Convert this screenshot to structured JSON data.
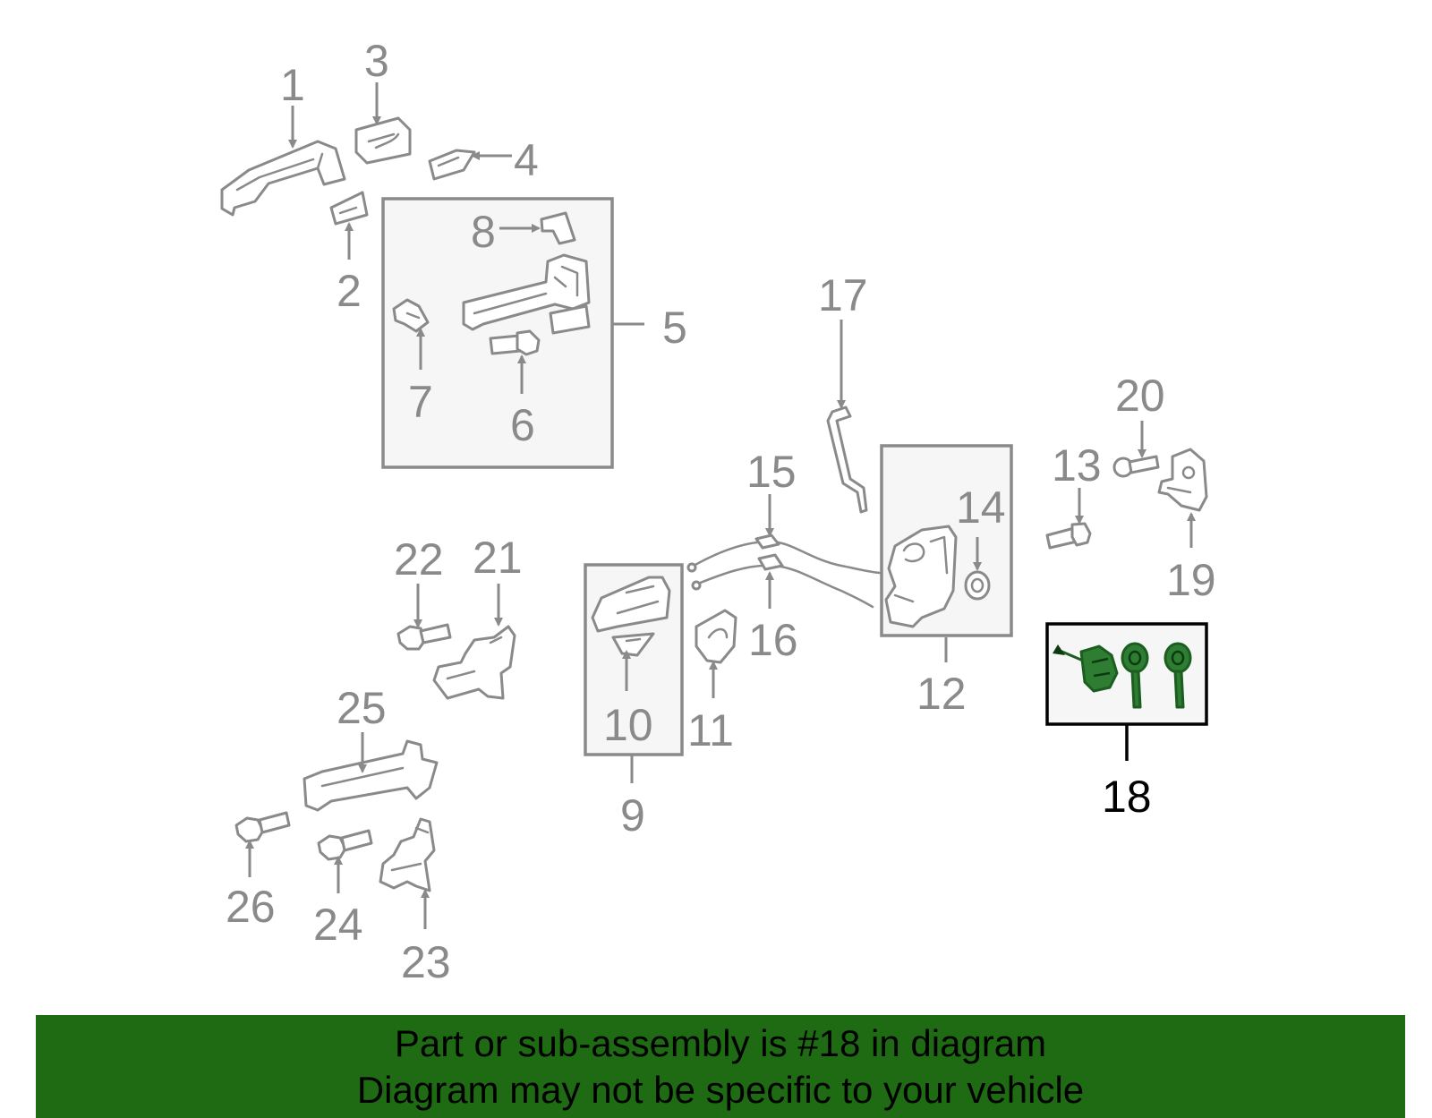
{
  "diagram": {
    "callouts": [
      "1",
      "2",
      "3",
      "4",
      "5",
      "6",
      "7",
      "8",
      "9",
      "10",
      "11",
      "12",
      "13",
      "14",
      "15",
      "16",
      "17",
      "18",
      "19",
      "20",
      "21",
      "22",
      "23",
      "24",
      "25",
      "26"
    ],
    "highlighted_part": "18",
    "highlight_color": "#2e7d32"
  },
  "banner": {
    "line1": "Part or sub-assembly is #18 in diagram",
    "line2": "Diagram may not be specific to your vehicle",
    "background": "#1e6b14"
  }
}
